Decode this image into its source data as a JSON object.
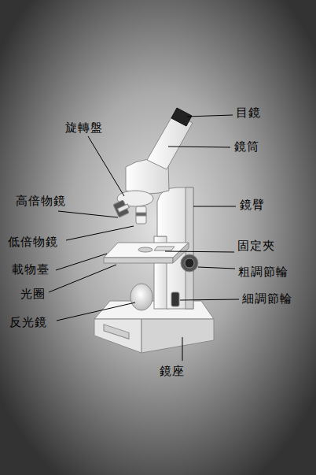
{
  "diagram": {
    "labels": [
      "目鏡",
      "旋轉盤",
      "鏡筒",
      "高倍物鏡",
      "鏡臂",
      "低倍物鏡",
      "固定夾",
      "載物臺",
      "粗調節輪",
      "光圈",
      "細調節輪",
      "反光鏡",
      "鏡座"
    ]
  }
}
